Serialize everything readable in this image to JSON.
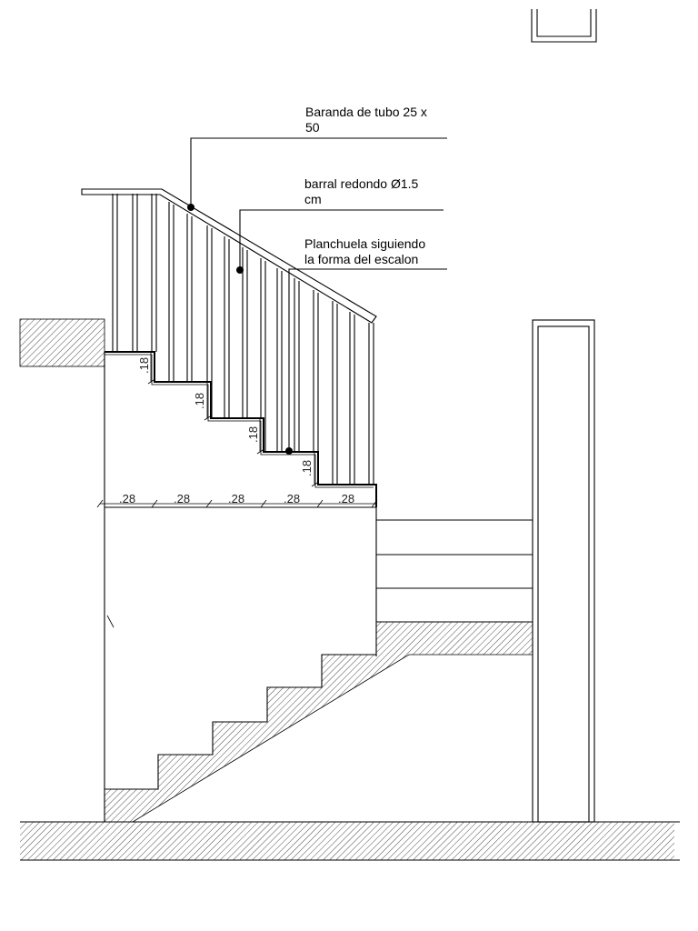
{
  "annotations": {
    "handrail_line1": "Baranda de tubo 25 x",
    "handrail_line2": "50",
    "bar_line1": "barral redondo Ø1.5",
    "bar_line2": "cm",
    "plate_line1": "Planchuela siguiendo",
    "plate_line2": "la forma del escalon"
  },
  "dimensions": {
    "tread": [
      ".28",
      ".28",
      ".28",
      ".28",
      ".28"
    ],
    "riser": [
      ".18",
      ".18",
      ".18",
      ".18"
    ]
  }
}
